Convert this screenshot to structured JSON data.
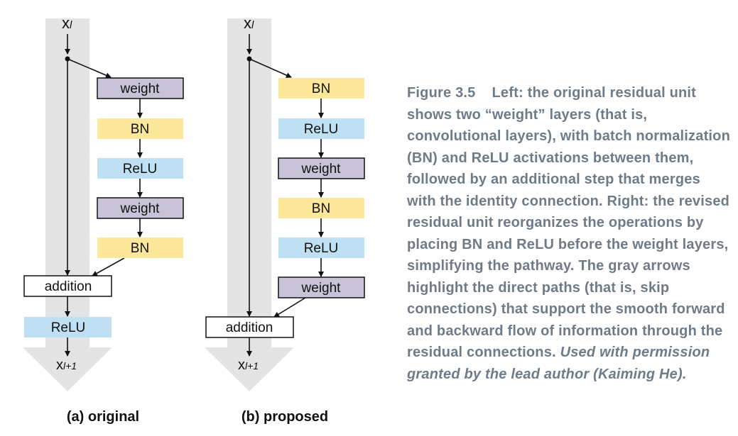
{
  "colors": {
    "weight": "#c8c3d7",
    "bn": "#fde79a",
    "relu": "#bfe0f2",
    "addition": "#ffffff",
    "skip": "#e4e4e4"
  },
  "left": {
    "input": "x",
    "input_sub": "l",
    "nodes": [
      "weight",
      "BN",
      "ReLU",
      "weight",
      "BN"
    ],
    "addition": "addition",
    "post": "ReLU",
    "output": "x",
    "output_sub": "l+1",
    "label": "(a) original"
  },
  "right": {
    "input": "x",
    "input_sub": "l",
    "nodes": [
      "BN",
      "ReLU",
      "weight",
      "BN",
      "ReLU",
      "weight"
    ],
    "addition": "addition",
    "output": "x",
    "output_sub": "l+1",
    "label": "(b) proposed"
  },
  "caption": {
    "label": "Figure 3.5",
    "text": "Left: the original residual unit shows two “weight” layers (that is, convolutional layers), with batch normalization (BN) and ReLU activations between them, followed by an additional step that merges with the identity connection. Right: the revised residual unit reorganizes the operations by placing BN and ReLU before the weight layers, simplifying the pathway. The gray arrows highlight the direct paths (that is, skip connections) that support the smooth forward and backward flow of information through the residual connections.",
    "credit": "Used with permission granted by the lead author (Kaiming He)."
  }
}
